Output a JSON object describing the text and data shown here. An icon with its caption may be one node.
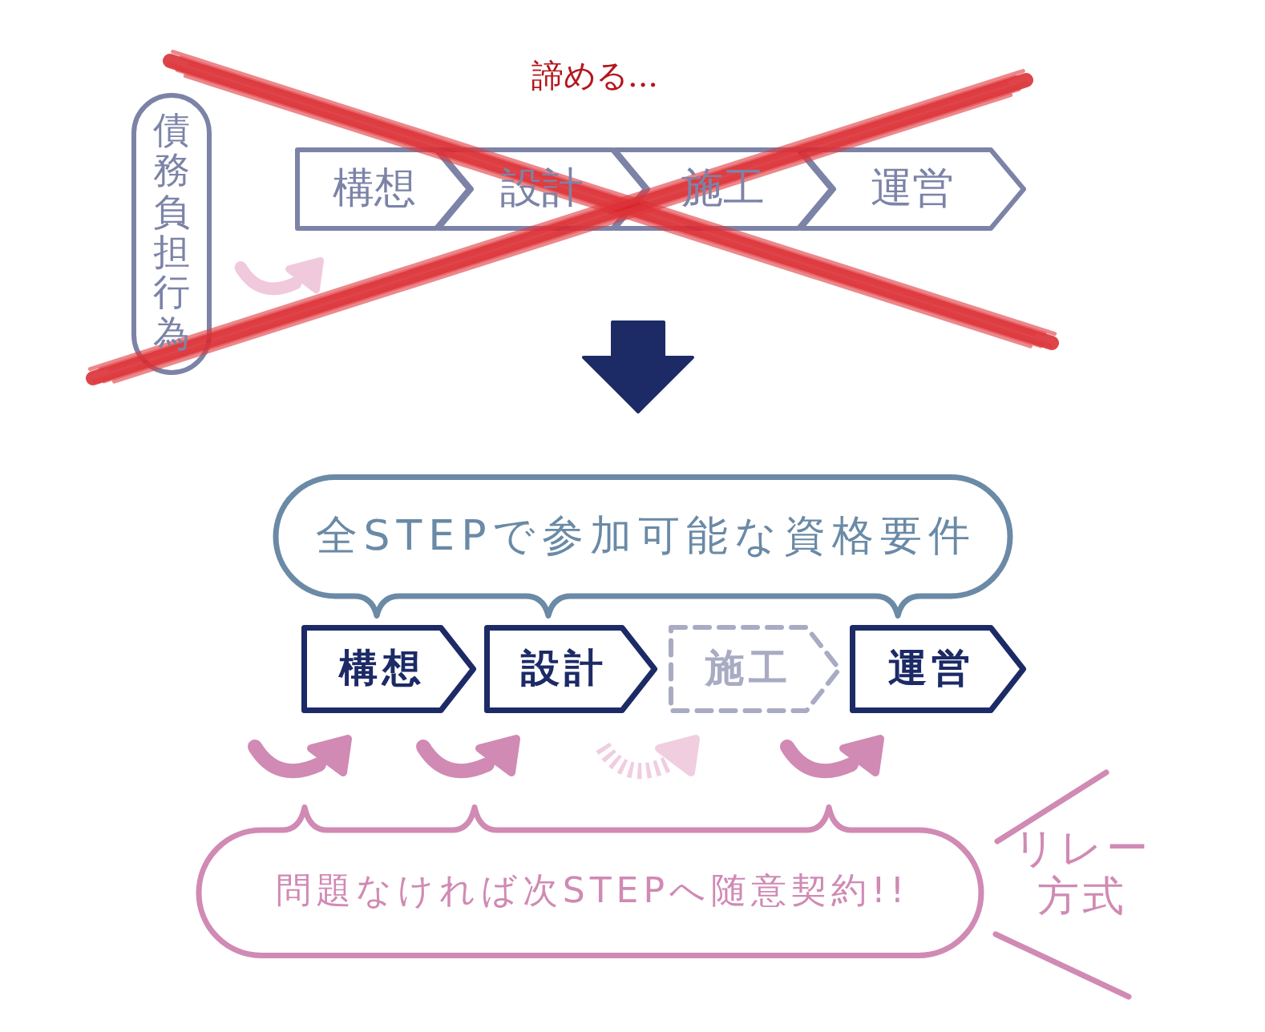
{
  "diagram": {
    "nodes": [
      {
        "text": [
          "債務負担行為"
        ]
      },
      {
        "text": [
          "構想"
        ]
      },
      {
        "text": [
          "設計"
        ]
      },
      {
        "text": [
          "施工"
        ]
      },
      {
        "text": [
          "運営"
        ]
      },
      {
        "text": [
          "全STEPで参加可能な資格要件"
        ]
      },
      {
        "text": [
          "構想"
        ]
      },
      {
        "text": [
          "設計"
        ]
      },
      {
        "text": [
          "施工"
        ]
      },
      {
        "text": [
          "運営"
        ]
      },
      {
        "text": [
          "問題なければ次STEPへ随意契約!!"
        ]
      }
    ],
    "labels": [
      "諦める...",
      "リレー方式"
    ]
  }
}
